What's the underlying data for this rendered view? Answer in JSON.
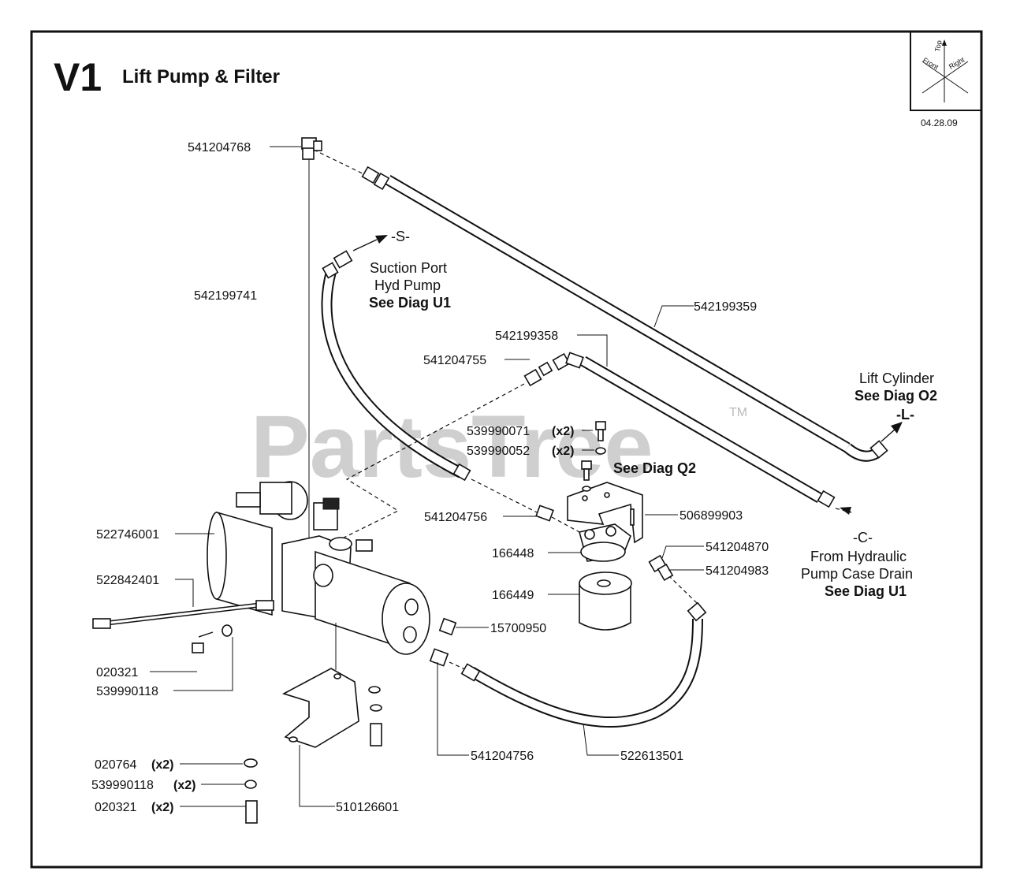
{
  "header": {
    "code": "V1",
    "title": "Lift Pump & Filter",
    "date": "04.28.09"
  },
  "orientation": {
    "top": "Top",
    "front": "Front",
    "right": "Right"
  },
  "watermark": {
    "text": "PartsTree",
    "tm": "TM"
  },
  "labels": {
    "p541204768": "541204768",
    "p542199741": "542199741",
    "p542199359": "542199359",
    "p542199358": "542199358",
    "p541204755": "541204755",
    "p539990071": "539990071",
    "p539990052": "539990052",
    "p541204756a": "541204756",
    "p506899903": "506899903",
    "p522746001": "522746001",
    "p166448": "166448",
    "p541204870": "541204870",
    "p541204983": "541204983",
    "p522842401": "522842401",
    "p166449": "166449",
    "p15700950": "15700950",
    "p020321a": "020321",
    "p539990118a": "539990118",
    "p020764": "020764",
    "p539990118b": "539990118",
    "p020321b": "020321",
    "p541204756b": "541204756",
    "p522613501": "522613501",
    "p510126601": "510126601",
    "x2": "(x2)"
  },
  "callouts": {
    "suction": {
      "marker": "-S-",
      "line1": "Suction Port",
      "line2": "Hyd Pump",
      "line3": "See Diag U1"
    },
    "lift": {
      "line1": "Lift Cylinder",
      "line2": "See Diag O2",
      "marker": "-L-"
    },
    "q2": {
      "text": "See Diag Q2"
    },
    "drain": {
      "marker": "-C-",
      "line1": "From Hydraulic",
      "line2": "Pump Case Drain",
      "line3": "See Diag U1"
    }
  }
}
